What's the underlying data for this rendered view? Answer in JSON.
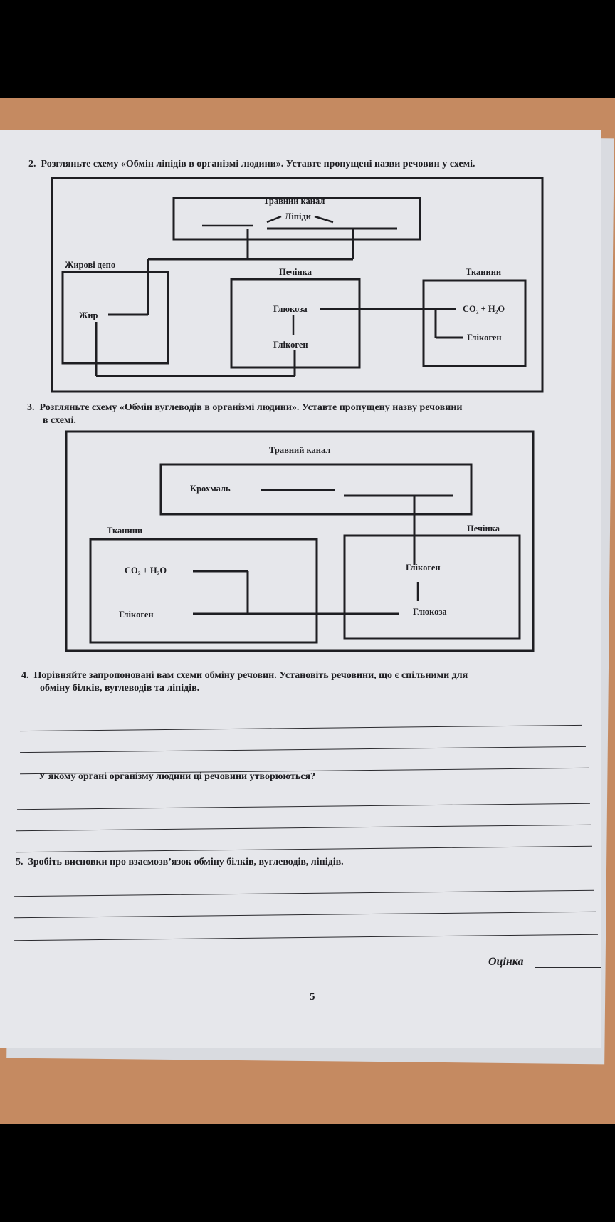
{
  "task2": {
    "number": "2.",
    "text": "Розгляньте схему «Обмін ліпідів в організмі людини». Уставте пропущені назви речовин у схемі.",
    "labels": {
      "digestive_tract": "Травний канал",
      "lipids": "Ліпіди",
      "fat_depot": "Жирові депо",
      "liver": "Печінка",
      "tissues": "Тканини",
      "fat": "Жир",
      "glucose": "Глюкоза",
      "glycogen_liver": "Глікоген",
      "co2_h2o": "CO₂ + H₂O",
      "glycogen_tissue": "Глікоген"
    }
  },
  "task3": {
    "number": "3.",
    "text_line1": "Розгляньте схему «Обмін вуглеводів в організмі людини». Уставте пропущену назву речовини",
    "text_line2": "в схемі.",
    "labels": {
      "digestive_tract": "Травний канал",
      "starch": "Крохмаль",
      "tissues": "Тканини",
      "liver": "Печінка",
      "co2_h2o": "CO₂ + H₂O",
      "glycogen_tissue": "Глікоген",
      "glycogen_liver": "Глікоген",
      "glucose": "Глюкоза"
    }
  },
  "task4": {
    "number": "4.",
    "text_line1": "Порівняйте запропоновані вам схеми обміну речовин. Установіть речовини, що є спільними для",
    "text_line2": "обміну білків, вуглеводів та ліпідів.",
    "sub_question": "У якому органі організму людини ці речовини утворюються?"
  },
  "task5": {
    "number": "5.",
    "text": "Зробіть висновки про взаємозв’язок обміну білків, вуглеводів, ліпідів."
  },
  "footer": {
    "score_label": "Оцінка",
    "page_number": "5"
  }
}
